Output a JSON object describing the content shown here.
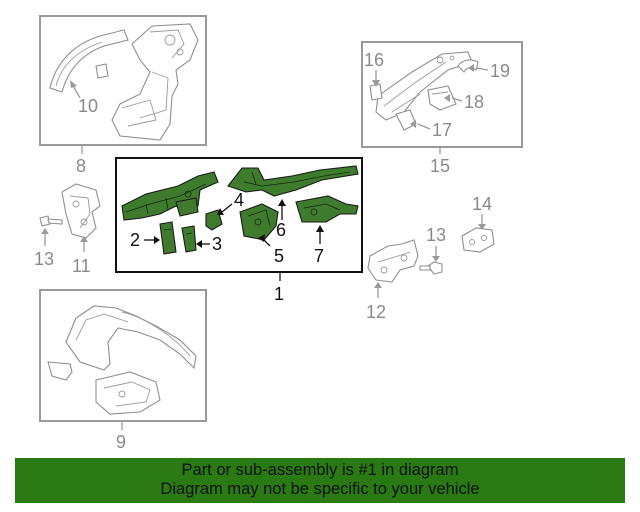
{
  "diagram": {
    "callouts": {
      "c1": "1",
      "c2": "2",
      "c3": "3",
      "c4": "4",
      "c5": "5",
      "c6": "6",
      "c7": "7",
      "c8": "8",
      "c9": "9",
      "c10": "10",
      "c11": "11",
      "c12": "12",
      "c13a": "13",
      "c13b": "13",
      "c14": "14",
      "c15": "15",
      "c16": "16",
      "c17": "17",
      "c18": "18",
      "c19": "19"
    },
    "highlight_color": "#3f7b2c"
  },
  "banner": {
    "line1": "Part or sub-assembly is #1 in diagram",
    "line2": "Diagram may not be specific to your vehicle",
    "background": "#2a7a14"
  }
}
